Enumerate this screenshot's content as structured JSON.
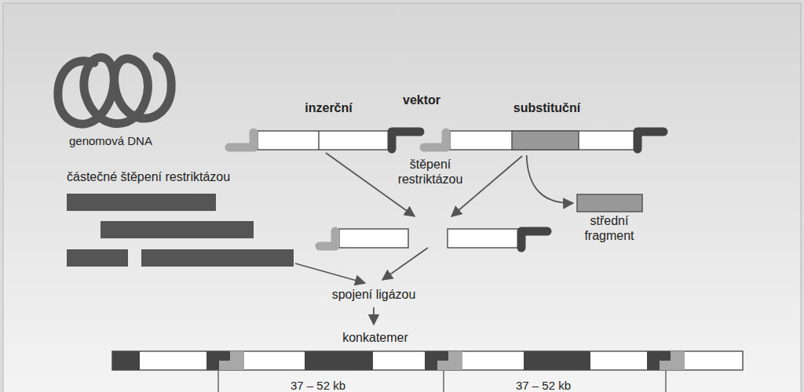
{
  "diagram": {
    "nodes": [
      {
        "text": [
          "inzerční"
        ]
      },
      {
        "text": [
          "substituční"
        ]
      },
      {
        "text": [
          "střední fragment"
        ]
      }
    ],
    "edges": [
      {
        "from": 1,
        "to": 2,
        "arrow": "to"
      }
    ],
    "labels": [
      "genomová DNA",
      "částečné štěpení restriktázou",
      "vektor",
      "štěpení restriktázou",
      "spojení ligázou",
      "konkatemer",
      "37 – 52 kb",
      "37 – 52 kb"
    ]
  }
}
